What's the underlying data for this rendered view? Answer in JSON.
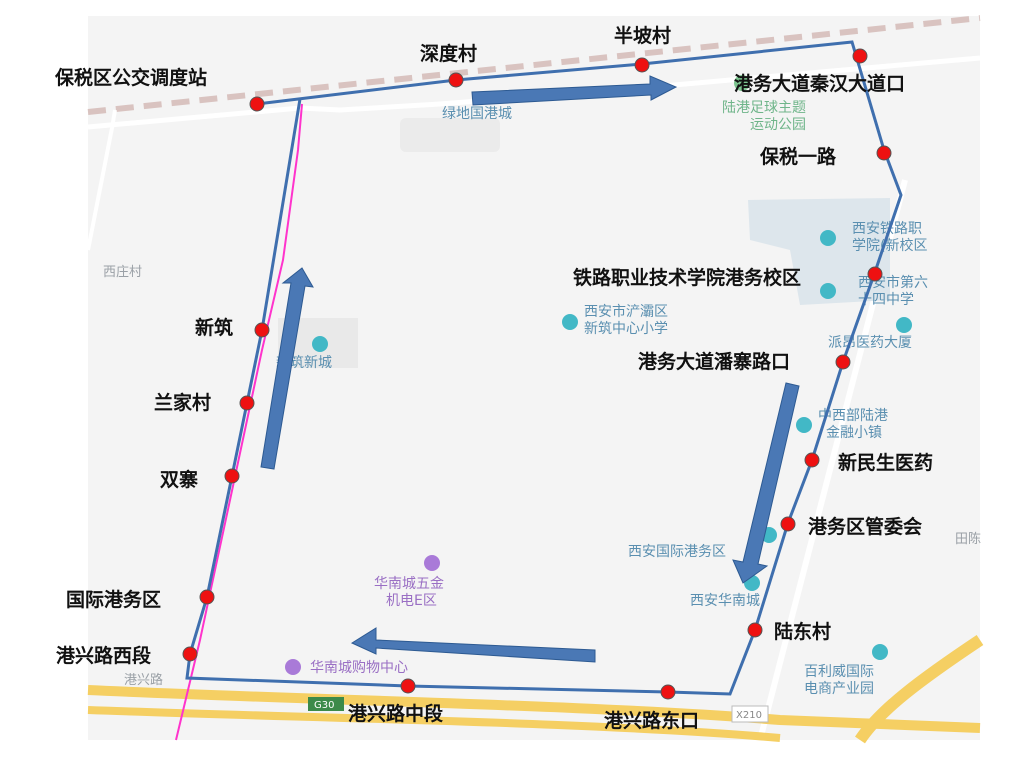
{
  "map": {
    "route_color": "#3f6fae",
    "stop_color": "#ee1111",
    "stops": [
      {
        "name": "保税区公交调度站"
      },
      {
        "name": "深度村"
      },
      {
        "name": "半坡村"
      },
      {
        "name": "港务大道秦汉大道口"
      },
      {
        "name": "保税一路"
      },
      {
        "name": "铁路职业技术学院港务校区"
      },
      {
        "name": "港务大道潘寨路口"
      },
      {
        "name": "新民生医药"
      },
      {
        "name": "港务区管委会"
      },
      {
        "name": "陆东村"
      },
      {
        "name": "港兴路东口"
      },
      {
        "name": "港兴路中段"
      },
      {
        "name": "港兴路西段"
      },
      {
        "name": "国际港务区"
      },
      {
        "name": "双寨"
      },
      {
        "name": "兰家村"
      },
      {
        "name": "新筑"
      }
    ],
    "pois": {
      "lvdi": "绿地国港城",
      "park1": "陆港足球主题",
      "park2": "运动公园",
      "rail1": "西安铁路职",
      "rail2": "学院(新校区",
      "school1": "西安市第六",
      "school2": "十四中学",
      "paiang": "派昂医药大厦",
      "xinzhu_school1": "西安市浐灞区",
      "xinzhu_school2": "新筑中心小学",
      "xizhuang": "西庄村",
      "xinzhu_city": "新筑新城",
      "finance1": "中西部陆港",
      "finance2": "金融小镇",
      "port": "西安国际港务区",
      "huanan": "西安华南城",
      "hardware1": "华南城五金",
      "hardware2": "机电E区",
      "mall": "华南城购物中心",
      "bailiwei1": "百利威国际",
      "bailiwei2": "电商产业园",
      "gangxing_road": "港兴路",
      "g30": "G30",
      "x210": "X210",
      "tianchen": "田陈"
    }
  }
}
